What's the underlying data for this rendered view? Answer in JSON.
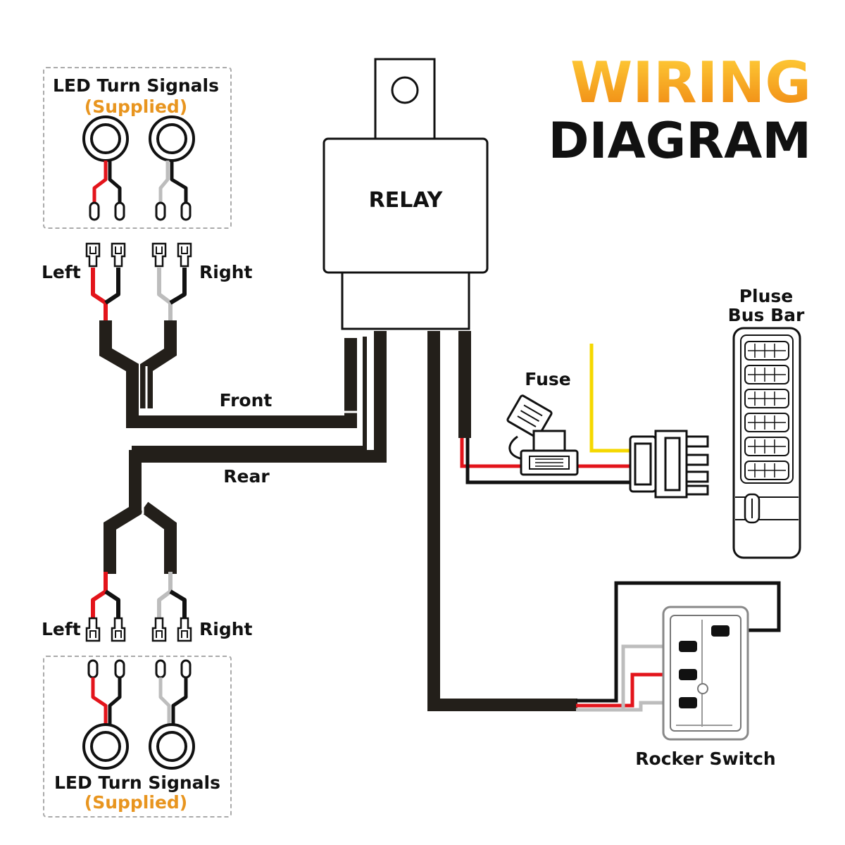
{
  "title": {
    "line1": "WIRING",
    "line2": "DIAGRAM"
  },
  "relay": {
    "label": "RELAY"
  },
  "top_group": {
    "label": "LED Turn Signals",
    "note": "(Supplied)",
    "left": "Left",
    "right": "Right"
  },
  "bottom_group": {
    "label": "LED Turn Signals",
    "note": "(Supplied)",
    "left": "Left",
    "right": "Right"
  },
  "wires": {
    "front": "Front",
    "rear": "Rear"
  },
  "fuse": {
    "label": "Fuse"
  },
  "bus_bar": {
    "line1": "Pluse",
    "line2": "Bus Bar"
  },
  "switch": {
    "label": "Rocker Switch"
  },
  "colors": {
    "wire": "#231f1a",
    "red": "#e3141b",
    "grey": "#bdbdbd",
    "yellow": "#f5d800",
    "accent_orange": "#e8951f",
    "title_gold_top": "#f9c12b",
    "title_gold_bottom": "#f08a10"
  },
  "icons": [
    "led-ring-icon",
    "spade-connector-icon",
    "relay-icon",
    "fuse-holder-icon",
    "plug-connector-icon",
    "bus-bar-icon",
    "rocker-switch-icon"
  ]
}
